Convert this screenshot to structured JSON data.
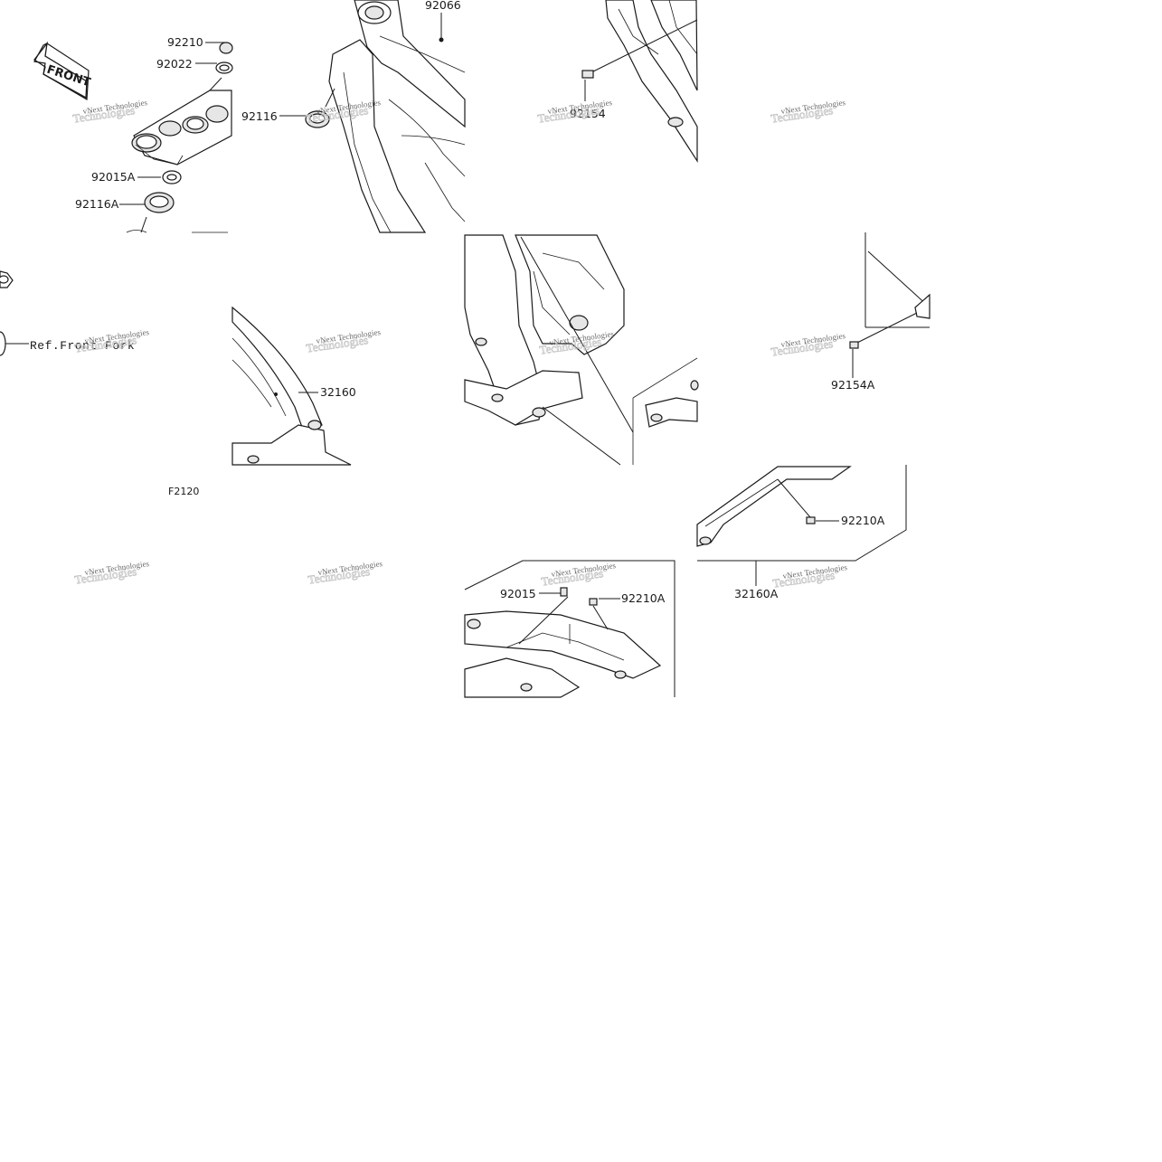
{
  "diagram": {
    "figure_code": "F2120",
    "front_arrow_text": "FRONT",
    "watermark_text": "vNext Technologies",
    "watermark_ghost": "Technologies",
    "labels": {
      "p92210": "92210",
      "p92022": "92022",
      "p92015A": "92015A",
      "p92116A": "92116A",
      "p92066": "92066",
      "p92116": "92116",
      "p92154": "92154",
      "ref_front_fork": "Ref.Front Fork",
      "p32160": "32160",
      "p92154A": "92154A",
      "p92210A_top": "92210A",
      "p32160A": "32160A",
      "p92015": "92015",
      "p92210A_bottom": "92210A"
    },
    "icons": [
      "front-arrow-icon"
    ]
  }
}
